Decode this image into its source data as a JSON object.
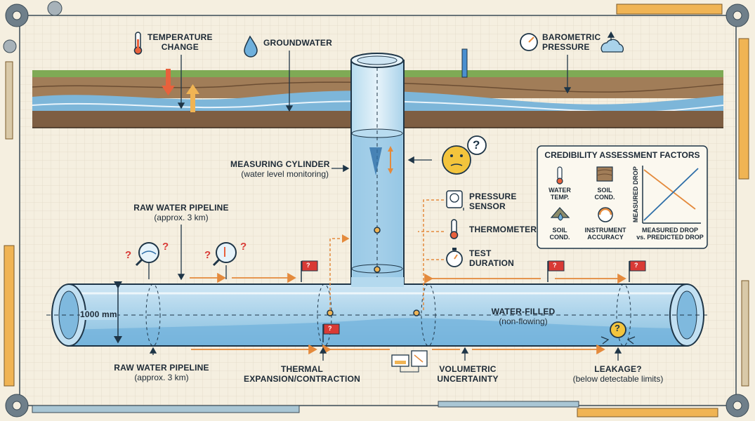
{
  "labels": {
    "temperature_change": [
      "TEMPERATURE",
      "CHANGE"
    ],
    "groundwater": "GROUNDWATER",
    "barometric_pressure": [
      "BAROMETRIC",
      "PRESSURE"
    ],
    "measuring_cylinder": "MEASURING CYLINDER",
    "measuring_cylinder_sub": "(water level monitoring)",
    "raw_water_pipeline_top": "RAW WATER PIPELINE",
    "raw_water_pipeline_top_sub": "(approx. 3 km)",
    "pressure_sensor": [
      "PRESSURE",
      "SENSOR"
    ],
    "thermometer": "THERMOMETER",
    "test_duration": [
      "TEST",
      "DURATION"
    ],
    "diameter": "1000 mm",
    "water_filled": "WATER-FILLED",
    "water_filled_sub": "(non-flowing)",
    "raw_water_pipeline_bottom": "RAW WATER PIPELINE",
    "raw_water_pipeline_bottom_sub": "(approx. 3 km)",
    "thermal_expansion": [
      "THERMAL",
      "EXPANSION/CONTRACTION"
    ],
    "volumetric_uncertainty": [
      "VOLUMETRIC",
      "UNCERTAINTY"
    ],
    "leakage": "LEAKAGE?",
    "leakage_sub": "(below detectable limits)",
    "question_mark": "?"
  },
  "panel": {
    "title": "CREDIBILITY ASSESSMENT FACTORS",
    "factors": [
      [
        "WATER",
        "TEMP."
      ],
      [
        "SOIL",
        "COND."
      ],
      [
        "SOIL",
        "COND."
      ],
      [
        "INSTRUMENT",
        "ACCURACY"
      ]
    ],
    "chart_y_label": "MEASURED DROP",
    "chart_caption": [
      "MEASURED DROP",
      "vs. PREDICTED DROP"
    ]
  },
  "colors": {
    "background": "#f5efe0",
    "grid": "#e1d9c6",
    "pipe_blue": "#9fcbe6",
    "water_blue": "#6fb0dc",
    "outline": "#1e3547",
    "orange_arrow": "#e48a3c",
    "flag_red": "#d93a35",
    "soil_brown": "#8c6a4a",
    "grass_green": "#6d9c47",
    "ruler_orange": "#f0b454"
  },
  "icons": [
    "gear-icon",
    "thermometer-icon",
    "water-drop-icon",
    "gauge-icon",
    "cloud-icon",
    "magnifier-icon",
    "flag-icon",
    "stopwatch-icon",
    "pressure-sensor-icon",
    "thinking-face-icon",
    "leak-icon"
  ]
}
